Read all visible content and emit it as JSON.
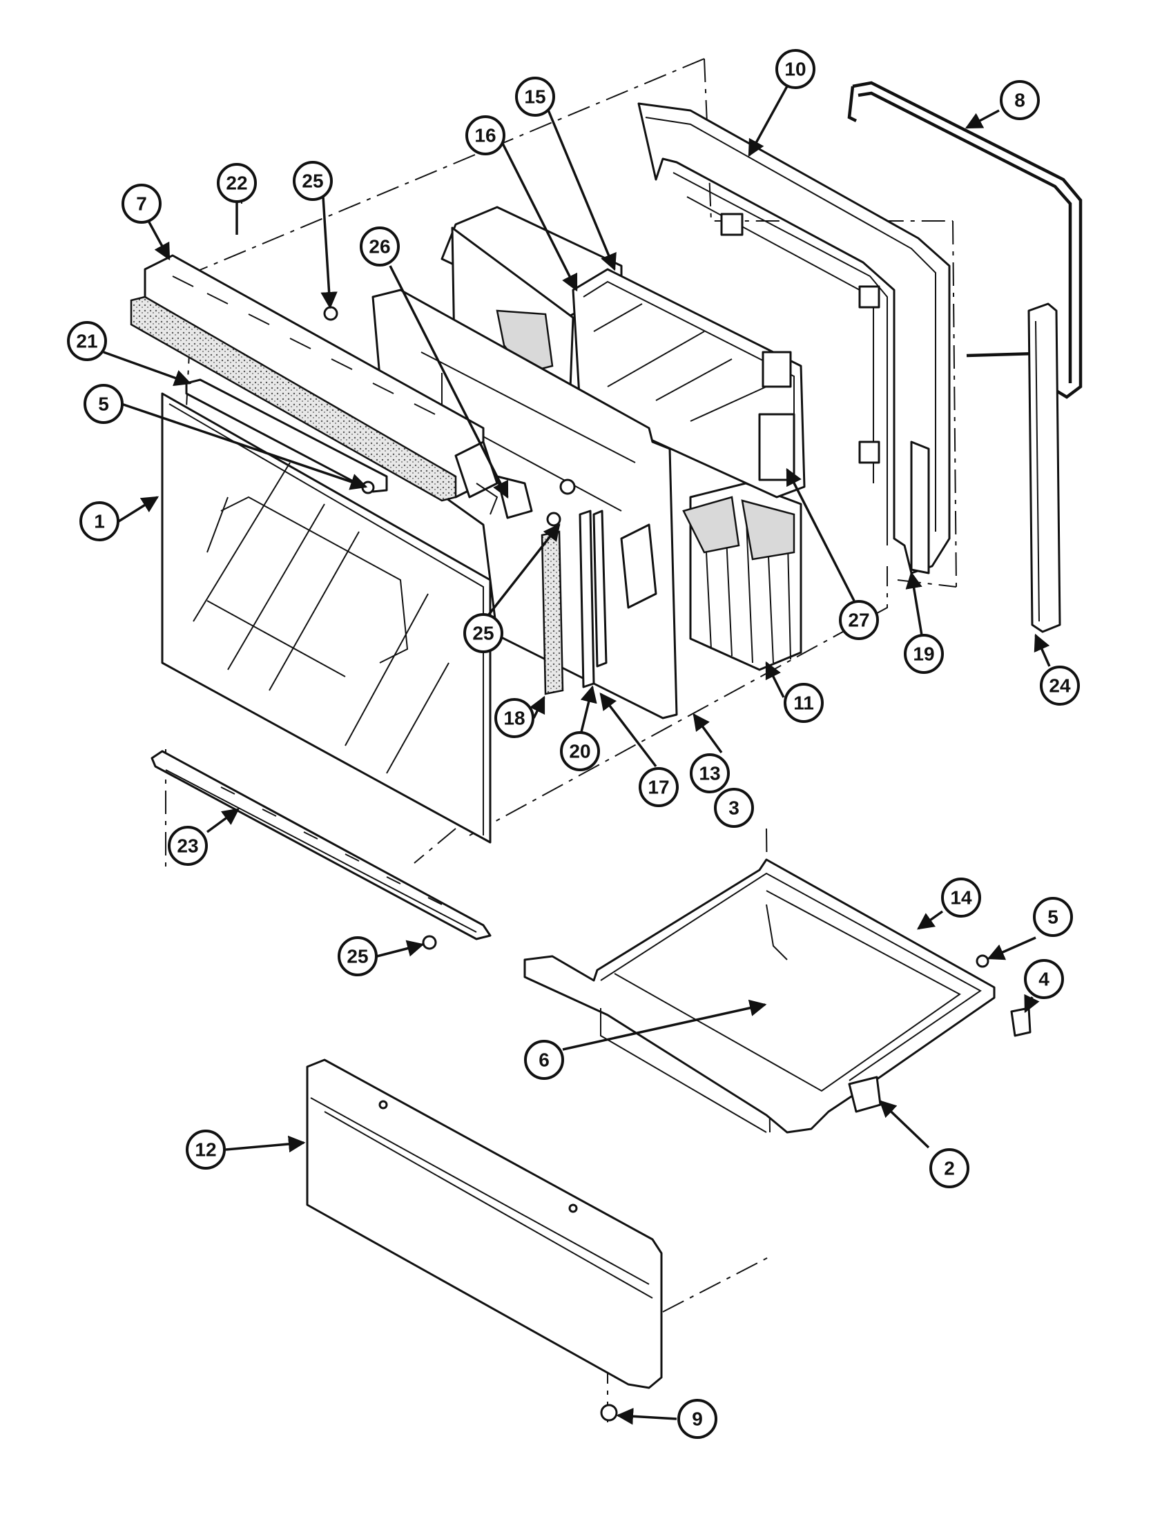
{
  "callouts": {
    "c1": "1",
    "c2": "2",
    "c3": "3",
    "c4": "4",
    "c5a": "5",
    "c5b": "5",
    "c6": "6",
    "c7": "7",
    "c8": "8",
    "c9": "9",
    "c10": "10",
    "c11": "11",
    "c12": "12",
    "c13": "13",
    "c14": "14",
    "c15": "15",
    "c16": "16",
    "c17": "17",
    "c18": "18",
    "c19": "19",
    "c20": "20",
    "c21": "21",
    "c22": "22",
    "c23": "23",
    "c24": "24",
    "c25a": "25",
    "c25b": "25",
    "c25c": "25",
    "c26": "26",
    "c27": "27"
  }
}
